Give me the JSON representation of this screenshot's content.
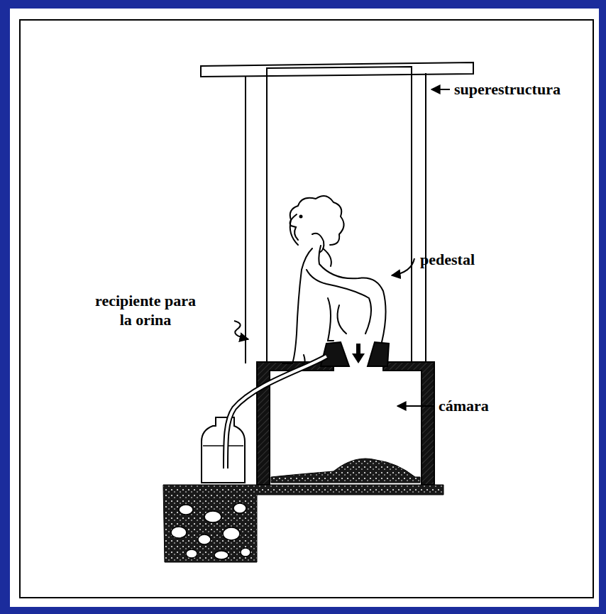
{
  "diagram": {
    "labels": [
      "superestructura",
      "pedestal",
      "recipiente para la orina",
      "cámara"
    ]
  }
}
